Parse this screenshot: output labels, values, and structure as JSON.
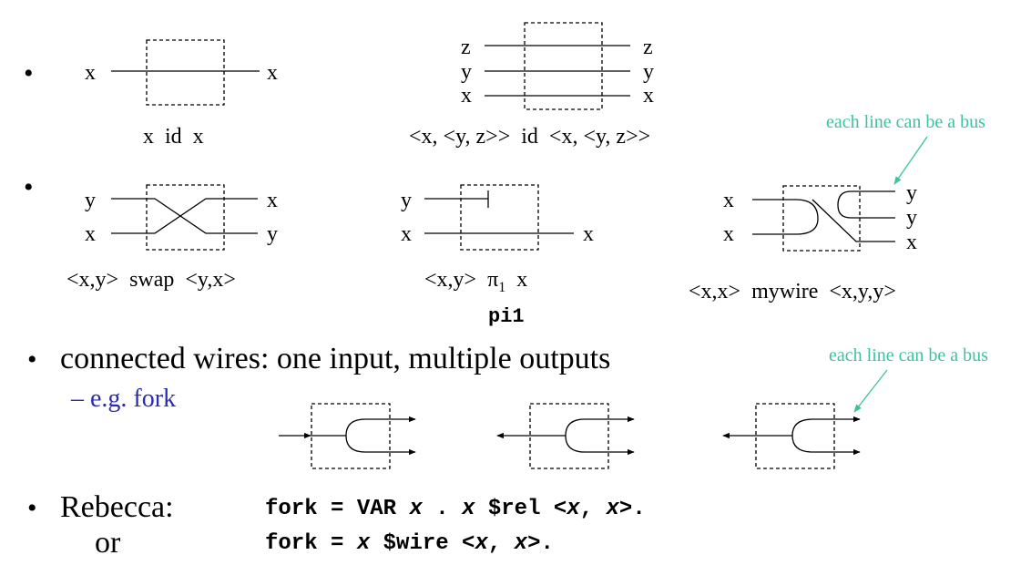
{
  "colors": {
    "text": "#000000",
    "accent": "#2b2bb0",
    "note": "#3cc2a0",
    "box": "#000000"
  },
  "bullet_symbol": "•",
  "row1": {
    "id_single": {
      "in": "x",
      "out": "x",
      "caption": "x  id  x"
    },
    "id_nested": {
      "in": [
        "z",
        "y",
        "x"
      ],
      "out": [
        "z",
        "y",
        "x"
      ],
      "caption": "<x, <y, z>>  id  <x, <y, z>>"
    },
    "bus_note": "each line can be a bus"
  },
  "row2": {
    "swap": {
      "in": [
        "y",
        "x"
      ],
      "out": [
        "x",
        "y"
      ],
      "caption": "<x,y>  swap  <y,x>"
    },
    "pi": {
      "in": [
        "y",
        "x"
      ],
      "out": "x",
      "caption_pre": "<x,y>  π",
      "caption_sub": "1",
      "caption_post": "  x",
      "code_label": "pi1"
    },
    "mywire": {
      "in": [
        "x",
        "x"
      ],
      "out": [
        "y",
        "y",
        "x"
      ],
      "caption": "<x,x>  mywire  <x,y,y>"
    }
  },
  "connected": {
    "text": "connected wires: one input, multiple outputs",
    "sub": "– e.g. fork",
    "bus_note": "each line can be a bus"
  },
  "rebecca": {
    "label": "Rebecca:",
    "or": "or",
    "line1": {
      "a": "fork = VAR ",
      "b": "x",
      "c": " . ",
      "d": "x",
      "e": " $rel <",
      "f": "x",
      "g": ", ",
      "h": "x",
      "i": ">."
    },
    "line2": {
      "a": "fork = ",
      "b": "x",
      "c": " $wire <",
      "d": "x",
      "e": ", ",
      "f": "x",
      "g": ">."
    }
  }
}
